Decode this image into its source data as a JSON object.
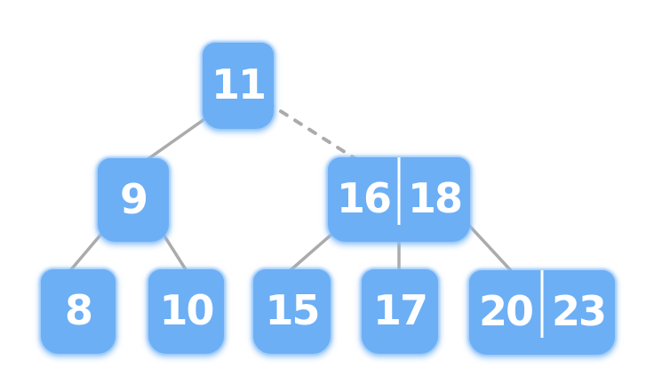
{
  "tree": {
    "nodes": [
      {
        "id": "n11",
        "keys": [
          "11"
        ]
      },
      {
        "id": "n9",
        "keys": [
          "9"
        ]
      },
      {
        "id": "n16-18",
        "keys": [
          "16",
          "18"
        ]
      },
      {
        "id": "n8",
        "keys": [
          "8"
        ]
      },
      {
        "id": "n10",
        "keys": [
          "10"
        ]
      },
      {
        "id": "n15",
        "keys": [
          "15"
        ]
      },
      {
        "id": "n17",
        "keys": [
          "17"
        ]
      },
      {
        "id": "n20-23",
        "keys": [
          "20",
          "23"
        ]
      }
    ],
    "edges": [
      {
        "from": "n11",
        "to": "n9",
        "style": "solid"
      },
      {
        "from": "n11",
        "to": "n16-18",
        "style": "dashed"
      },
      {
        "from": "n9",
        "to": "n8",
        "style": "solid"
      },
      {
        "from": "n9",
        "to": "n10",
        "style": "solid"
      },
      {
        "from": "n16-18",
        "to": "n15",
        "style": "solid"
      },
      {
        "from": "n16-18",
        "to": "n17",
        "style": "solid"
      },
      {
        "from": "n16-18",
        "to": "n20-23",
        "style": "solid"
      }
    ]
  },
  "colors": {
    "node_fill": "#6caff5",
    "key_text": "#ffffff",
    "edge_line": "#ababab",
    "key_divider": "#ffffff",
    "background": "#ffffff"
  }
}
